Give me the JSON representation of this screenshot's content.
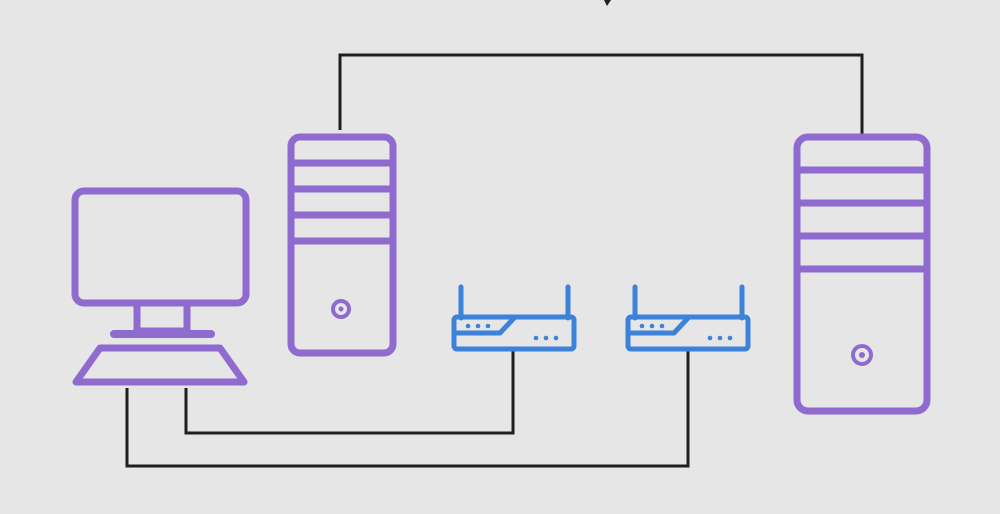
{
  "colors": {
    "background": "#e6e6e6",
    "device": "#8f6bd0",
    "router": "#3b82d8",
    "link": "#1f1f1f"
  },
  "nodes": [
    {
      "id": "desktop-computer",
      "icon": "desktop-computer-icon"
    },
    {
      "id": "tower-server-small",
      "icon": "tower-server-icon"
    },
    {
      "id": "router-left",
      "icon": "router-icon"
    },
    {
      "id": "router-right",
      "icon": "router-icon"
    },
    {
      "id": "tower-server-large",
      "icon": "tower-server-icon"
    }
  ],
  "connections": [
    {
      "from": "tower-server-small",
      "to": "tower-server-large"
    },
    {
      "from": "desktop-computer",
      "to": "router-left"
    },
    {
      "from": "desktop-computer",
      "to": "router-right"
    }
  ]
}
